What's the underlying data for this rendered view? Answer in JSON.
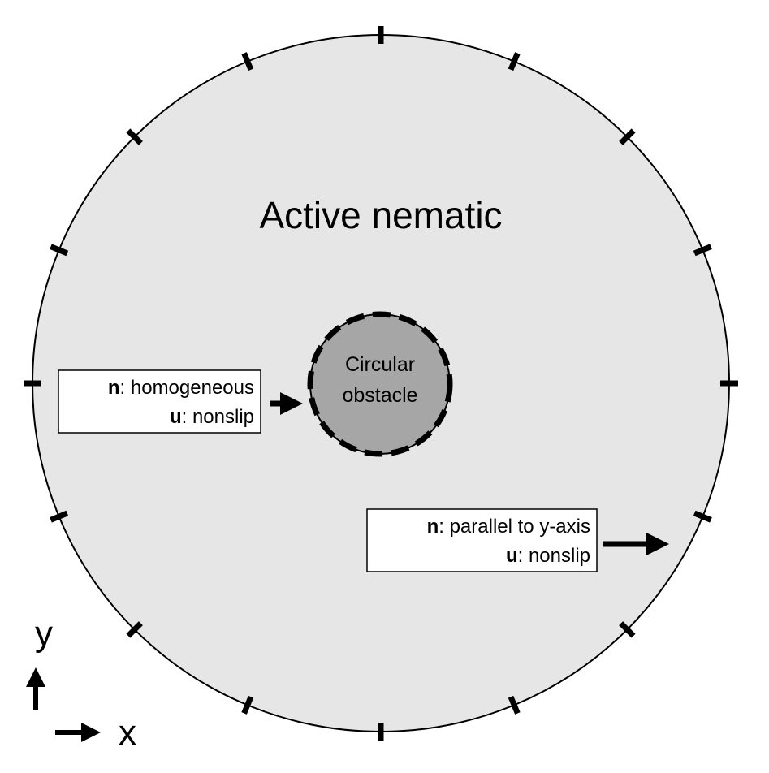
{
  "title": "Active nematic",
  "obstacle": {
    "line1": "Circular",
    "line2": "obstacle"
  },
  "inner_boundary_note": {
    "var1": "n",
    "text1": ": homogeneous",
    "var2": "u",
    "text2": ": nonslip"
  },
  "outer_boundary_note": {
    "var1": "n",
    "text1": ": parallel to y-axis",
    "var2": "u",
    "text2": ": nonslip"
  },
  "axes": {
    "x_label": "x",
    "y_label": "y"
  },
  "colors": {
    "domain_fill": "#e6e6e6",
    "obstacle_fill": "#a6a6a6",
    "stroke": "#000000"
  }
}
